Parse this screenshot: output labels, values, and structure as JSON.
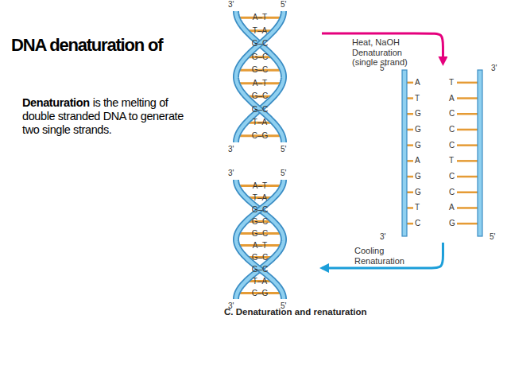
{
  "diagram": {
    "title": "DNA denaturation of",
    "caption": "C. Denaturation and renaturation",
    "nodes": [
      {
        "text": [
          "3'",
          "5'",
          "A–T",
          "T–A",
          "G–C",
          "G–C",
          "G–C",
          "A–T",
          "G–C",
          "G–C",
          "T–A",
          "C–G",
          "3'",
          "5'"
        ]
      },
      {
        "text": [
          "5'",
          "A",
          "T",
          "G",
          "G",
          "G",
          "A",
          "G",
          "G",
          "T",
          "C",
          "3'",
          "3'",
          "T",
          "A",
          "C",
          "C",
          "C",
          "T",
          "C",
          "C",
          "A",
          "G",
          "5'"
        ]
      },
      {
        "text": [
          "3'",
          "5'",
          "A–T",
          "T–A",
          "G–C",
          "G–C",
          "G–C",
          "A–T",
          "G–C",
          "G–C",
          "T–A",
          "C–G",
          "3'",
          "5'"
        ]
      }
    ],
    "edges": [
      {
        "from": 0,
        "to": 1,
        "arrow": "to",
        "label": "Heat, NaOH Denaturation (single strand)"
      },
      {
        "from": 1,
        "to": 2,
        "arrow": "to",
        "label": "Cooling Renaturation"
      }
    ],
    "labels": [
      "Denaturation",
      "is the melting of double stranded DNA to generate two single strands."
    ]
  }
}
